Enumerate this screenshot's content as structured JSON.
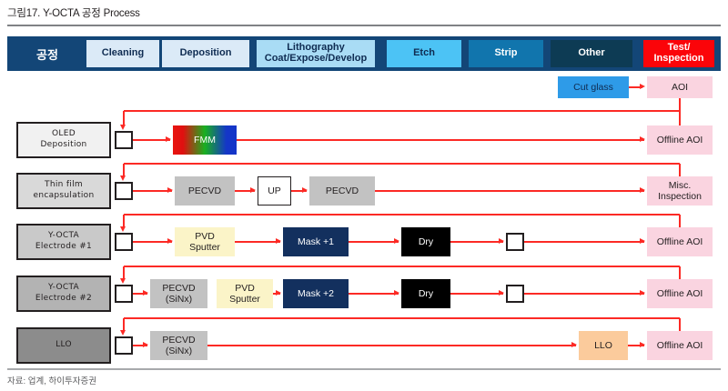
{
  "figure": {
    "title": "그림17. Y-OCTA 공정 Process",
    "source": "자료: 업계, 하이투자증권"
  },
  "header": {
    "row_label": "공정",
    "columns": [
      {
        "label": "Cleaning",
        "bg": "#dbeaf7",
        "fg": "#0f2c52"
      },
      {
        "label": "Deposition",
        "bg": "#dbeaf7",
        "fg": "#0f2c52"
      },
      {
        "label": "Lithography\nCoat/Expose/Develop",
        "bg": "#a9dcf5",
        "fg": "#0f2c52"
      },
      {
        "label": "Etch",
        "bg": "#4cc3f5",
        "fg": "#0f2c52"
      },
      {
        "label": "Strip",
        "bg": "#1175ad",
        "fg": "#ffffff"
      },
      {
        "label": "Other",
        "bg": "#0d3b54",
        "fg": "#ffffff"
      },
      {
        "label": "Test/\nInspection",
        "bg": "#fb0409",
        "fg": "#ffffff"
      }
    ],
    "band_color": "#134677"
  },
  "top_row": {
    "cut_glass": {
      "label": "Cut glass",
      "bg": "#2e9be8",
      "fg": "#0f2c52"
    },
    "aoi": {
      "label": "AOI",
      "bg": "#fad4e0",
      "fg": "#231f20"
    }
  },
  "rows": [
    {
      "name": "oled-deposition",
      "label": "OLED\nDeposition",
      "label_bg": "#f1f1f1",
      "steps": [
        {
          "name": "clean-square",
          "label": "",
          "kind": "square"
        },
        {
          "name": "fmm",
          "label": "FMM",
          "kind": "gradient"
        }
      ],
      "result": {
        "label": "Offline AOI",
        "bg": "#fad4e0",
        "fg": "#231f20"
      }
    },
    {
      "name": "thin-film-encapsulation",
      "label": "Thin film\nencapsulation",
      "label_bg": "#d9d9d9",
      "steps": [
        {
          "name": "clean-square",
          "label": "",
          "kind": "square"
        },
        {
          "name": "pecvd-1",
          "label": "PECVD",
          "kind": "gray"
        },
        {
          "name": "up",
          "label": "UP",
          "kind": "outline"
        },
        {
          "name": "pecvd-2",
          "label": "PECVD",
          "kind": "gray"
        }
      ],
      "result": {
        "label": "Misc.\nInspection",
        "bg": "#fad4e0",
        "fg": "#231f20"
      }
    },
    {
      "name": "y-octa-electrode-1",
      "label": "Y-OCTA\nElectrode #1",
      "label_bg": "#c9c9c9",
      "steps": [
        {
          "name": "clean-square",
          "label": "",
          "kind": "square"
        },
        {
          "name": "pvd-sputter",
          "label": "PVD\nSputter",
          "kind": "cream"
        },
        {
          "name": "mask-1",
          "label": "Mask +1",
          "kind": "navy"
        },
        {
          "name": "dry",
          "label": "Dry",
          "kind": "black"
        },
        {
          "name": "strip-square",
          "label": "",
          "kind": "square"
        }
      ],
      "result": {
        "label": "Offline AOI",
        "bg": "#fad4e0",
        "fg": "#231f20"
      }
    },
    {
      "name": "y-octa-electrode-2",
      "label": "Y-OCTA\nElectrode #2",
      "label_bg": "#b3b3b3",
      "steps": [
        {
          "name": "clean-square",
          "label": "",
          "kind": "square"
        },
        {
          "name": "pecvd-sinx",
          "label": "PECVD\n(SiNx)",
          "kind": "gray"
        },
        {
          "name": "pvd-sputter",
          "label": "PVD\nSputter",
          "kind": "cream"
        },
        {
          "name": "mask-2",
          "label": "Mask +2",
          "kind": "navy"
        },
        {
          "name": "dry",
          "label": "Dry",
          "kind": "black"
        },
        {
          "name": "strip-square",
          "label": "",
          "kind": "square"
        }
      ],
      "result": {
        "label": "Offline AOI",
        "bg": "#fad4e0",
        "fg": "#231f20"
      }
    },
    {
      "name": "llo",
      "label": "LLO",
      "label_bg": "#8c8c8c",
      "steps": [
        {
          "name": "clean-square",
          "label": "",
          "kind": "square"
        },
        {
          "name": "pecvd-sinx",
          "label": "PECVD\n(SiNx)",
          "kind": "gray"
        },
        {
          "name": "llo",
          "label": "LLO",
          "kind": "orange"
        }
      ],
      "result": {
        "label": "Offline AOI",
        "bg": "#fad4e0",
        "fg": "#231f20"
      }
    }
  ],
  "colors": {
    "connector": "#fc2a25",
    "gray_box": "#c2c2c2",
    "cream_box": "#fbf4c8",
    "navy_box": "#13305e",
    "black_box": "#000000",
    "orange_box": "#fbcb9c",
    "pink_box": "#fad4e0"
  }
}
